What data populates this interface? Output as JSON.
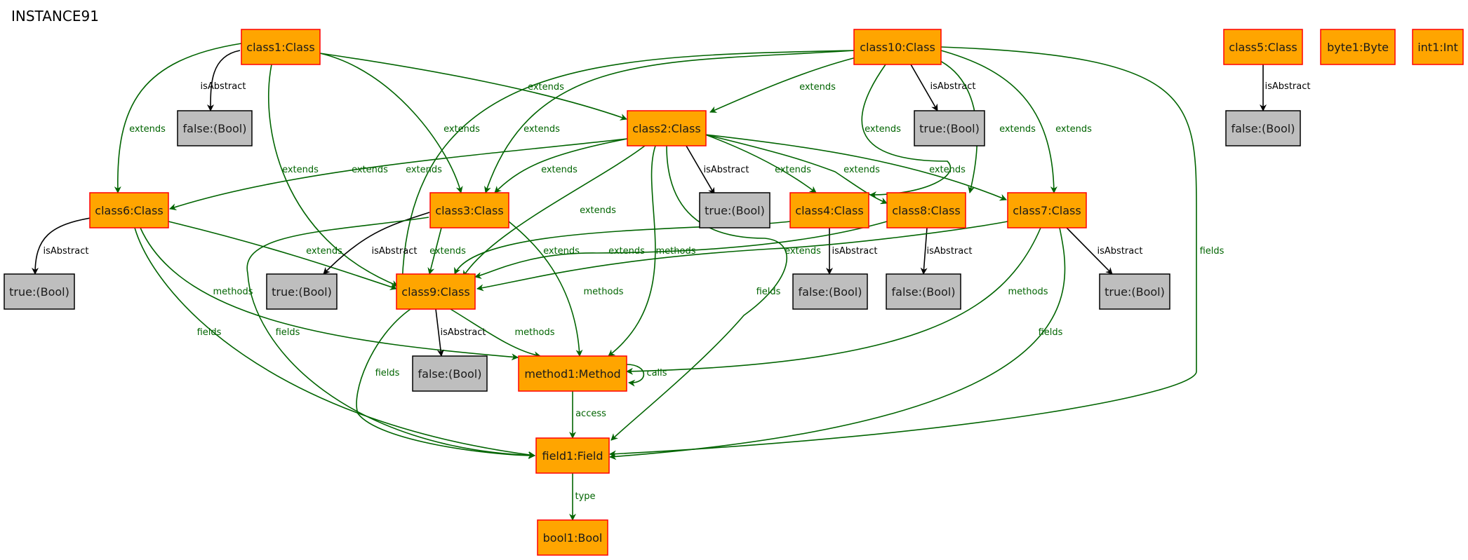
{
  "title": "INSTANCE91",
  "colors": {
    "object_fill": "#FFA500",
    "object_stroke": "#FF0000",
    "value_fill": "#BEBEBE",
    "value_stroke": "#000000",
    "link_edge": "#006400",
    "attr_edge": "#000000"
  },
  "nodes": [
    {
      "id": "class1",
      "label": "class1:Class",
      "kind": "object"
    },
    {
      "id": "class10",
      "label": "class10:Class",
      "kind": "object"
    },
    {
      "id": "class5",
      "label": "class5:Class",
      "kind": "object"
    },
    {
      "id": "byte1",
      "label": "byte1:Byte",
      "kind": "object"
    },
    {
      "id": "int1",
      "label": "int1:Int",
      "kind": "object"
    },
    {
      "id": "v_class1_abs",
      "label": "false:(Bool)",
      "kind": "value"
    },
    {
      "id": "class2",
      "label": "class2:Class",
      "kind": "object"
    },
    {
      "id": "v_class10_abs",
      "label": "true:(Bool)",
      "kind": "value"
    },
    {
      "id": "v_class5_abs",
      "label": "false:(Bool)",
      "kind": "value"
    },
    {
      "id": "class6",
      "label": "class6:Class",
      "kind": "object"
    },
    {
      "id": "class3",
      "label": "class3:Class",
      "kind": "object"
    },
    {
      "id": "v_class2_abs",
      "label": "true:(Bool)",
      "kind": "value"
    },
    {
      "id": "class4",
      "label": "class4:Class",
      "kind": "object"
    },
    {
      "id": "class8",
      "label": "class8:Class",
      "kind": "object"
    },
    {
      "id": "class7",
      "label": "class7:Class",
      "kind": "object"
    },
    {
      "id": "v_class6_abs",
      "label": "true:(Bool)",
      "kind": "value"
    },
    {
      "id": "v_class3_abs",
      "label": "true:(Bool)",
      "kind": "value"
    },
    {
      "id": "class9",
      "label": "class9:Class",
      "kind": "object"
    },
    {
      "id": "v_class4_abs",
      "label": "false:(Bool)",
      "kind": "value"
    },
    {
      "id": "v_class8_abs",
      "label": "false:(Bool)",
      "kind": "value"
    },
    {
      "id": "v_class7_abs",
      "label": "true:(Bool)",
      "kind": "value"
    },
    {
      "id": "v_class9_abs",
      "label": "false:(Bool)",
      "kind": "value"
    },
    {
      "id": "method1",
      "label": "method1:Method",
      "kind": "object"
    },
    {
      "id": "field1",
      "label": "field1:Field",
      "kind": "object"
    },
    {
      "id": "bool1",
      "label": "bool1:Bool",
      "kind": "object"
    }
  ],
  "edges": [
    {
      "from": "class1",
      "to": "v_class1_abs",
      "label": "isAbstract",
      "kind": "attr"
    },
    {
      "from": "class1",
      "to": "class6",
      "label": "extends",
      "kind": "link"
    },
    {
      "from": "class1",
      "to": "class9",
      "label": "extends",
      "kind": "link"
    },
    {
      "from": "class1",
      "to": "class3",
      "label": "extends",
      "kind": "link"
    },
    {
      "from": "class1",
      "to": "class2",
      "label": "extends",
      "kind": "link"
    },
    {
      "from": "class10",
      "to": "class2",
      "label": "extends",
      "kind": "link"
    },
    {
      "from": "class10",
      "to": "class3",
      "label": "extends",
      "kind": "link"
    },
    {
      "from": "class10",
      "to": "class9",
      "label": "extends",
      "kind": "link"
    },
    {
      "from": "class10",
      "to": "v_class10_abs",
      "label": "isAbstract",
      "kind": "attr"
    },
    {
      "from": "class10",
      "to": "class4",
      "label": "extends",
      "kind": "link"
    },
    {
      "from": "class10",
      "to": "class8",
      "label": "extends",
      "kind": "link"
    },
    {
      "from": "class10",
      "to": "class7",
      "label": "extends",
      "kind": "link"
    },
    {
      "from": "class10",
      "to": "field1",
      "label": "fields",
      "kind": "link"
    },
    {
      "from": "class5",
      "to": "v_class5_abs",
      "label": "isAbstract",
      "kind": "attr"
    },
    {
      "from": "class2",
      "to": "class6",
      "label": "extends",
      "kind": "link"
    },
    {
      "from": "class2",
      "to": "class3",
      "label": "extends",
      "kind": "link"
    },
    {
      "from": "class2",
      "to": "class9",
      "label": "extends",
      "kind": "link"
    },
    {
      "from": "class2",
      "to": "method1",
      "label": "methods",
      "kind": "link"
    },
    {
      "from": "class2",
      "to": "field1",
      "label": "fields",
      "kind": "link"
    },
    {
      "from": "class2",
      "to": "v_class2_abs",
      "label": "isAbstract",
      "kind": "attr"
    },
    {
      "from": "class2",
      "to": "class4",
      "label": "extends",
      "kind": "link"
    },
    {
      "from": "class2",
      "to": "class8",
      "label": "extends",
      "kind": "link"
    },
    {
      "from": "class2",
      "to": "class7",
      "label": "extends",
      "kind": "link"
    },
    {
      "from": "class6",
      "to": "v_class6_abs",
      "label": "isAbstract",
      "kind": "attr"
    },
    {
      "from": "class6",
      "to": "class9",
      "label": "extends",
      "kind": "link"
    },
    {
      "from": "class6",
      "to": "method1",
      "label": "methods",
      "kind": "link"
    },
    {
      "from": "class6",
      "to": "field1",
      "label": "fields",
      "kind": "link"
    },
    {
      "from": "class3",
      "to": "v_class3_abs",
      "label": "isAbstract",
      "kind": "attr"
    },
    {
      "from": "class3",
      "to": "class9",
      "label": "extends",
      "kind": "link"
    },
    {
      "from": "class3",
      "to": "method1",
      "label": "methods",
      "kind": "link"
    },
    {
      "from": "class3",
      "to": "field1",
      "label": "fields",
      "kind": "link"
    },
    {
      "from": "class4",
      "to": "class9",
      "label": "extends",
      "kind": "link"
    },
    {
      "from": "class4",
      "to": "v_class4_abs",
      "label": "isAbstract",
      "kind": "attr"
    },
    {
      "from": "class8",
      "to": "class9",
      "label": "extends",
      "kind": "link"
    },
    {
      "from": "class8",
      "to": "v_class8_abs",
      "label": "isAbstract",
      "kind": "attr"
    },
    {
      "from": "class7",
      "to": "class9",
      "label": "extends",
      "kind": "link"
    },
    {
      "from": "class7",
      "to": "method1",
      "label": "methods",
      "kind": "link"
    },
    {
      "from": "class7",
      "to": "field1",
      "label": "fields",
      "kind": "link"
    },
    {
      "from": "class7",
      "to": "v_class7_abs",
      "label": "isAbstract",
      "kind": "attr"
    },
    {
      "from": "class9",
      "to": "v_class9_abs",
      "label": "isAbstract",
      "kind": "attr"
    },
    {
      "from": "class9",
      "to": "method1",
      "label": "methods",
      "kind": "link"
    },
    {
      "from": "class9",
      "to": "field1",
      "label": "fields",
      "kind": "link"
    },
    {
      "from": "method1",
      "to": "method1",
      "label": "calls",
      "kind": "link"
    },
    {
      "from": "method1",
      "to": "field1",
      "label": "access",
      "kind": "link"
    },
    {
      "from": "field1",
      "to": "bool1",
      "label": "type",
      "kind": "link"
    }
  ]
}
